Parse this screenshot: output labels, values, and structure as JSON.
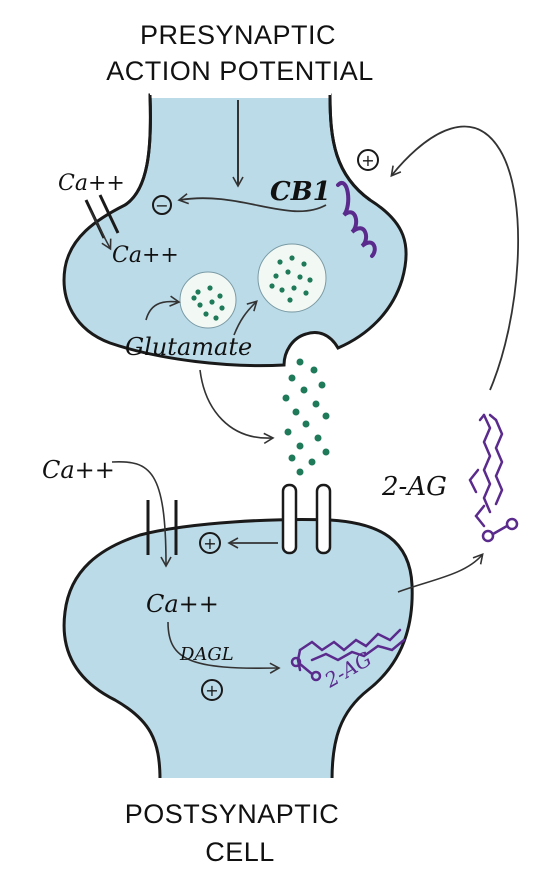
{
  "title_top_line1": "PRESYNAPTIC",
  "title_top_line2": "ACTION POTENTIAL",
  "title_bottom_line1": "POSTSYNAPTIC",
  "title_bottom_line2": "CELL",
  "ca_outside_pre": "Ca++",
  "ca_inside_pre": "Ca++",
  "ca_outside_post": "Ca++",
  "ca_inside_post": "Ca++",
  "cb1_label": "CB1",
  "glutamate_label": "Glutamate",
  "dagl_label": "DAGL",
  "two_ag_label": "2-AG",
  "two_ag_label_small": "2-AG",
  "plus_sign": "+",
  "minus_sign": "−",
  "colors": {
    "cell_fill": "#bcdbe8",
    "outline": "#1a1a1a",
    "vesicle_fill": "#f2f9f4",
    "glutamate_dot": "#1f7a5a",
    "receptor": "#5a2a8c",
    "arrow": "#333333"
  },
  "icons": {
    "receptor": "cb1-receptor-icon",
    "molecule": "2-ag-molecule-icon",
    "channel": "calcium-channel-icon"
  }
}
